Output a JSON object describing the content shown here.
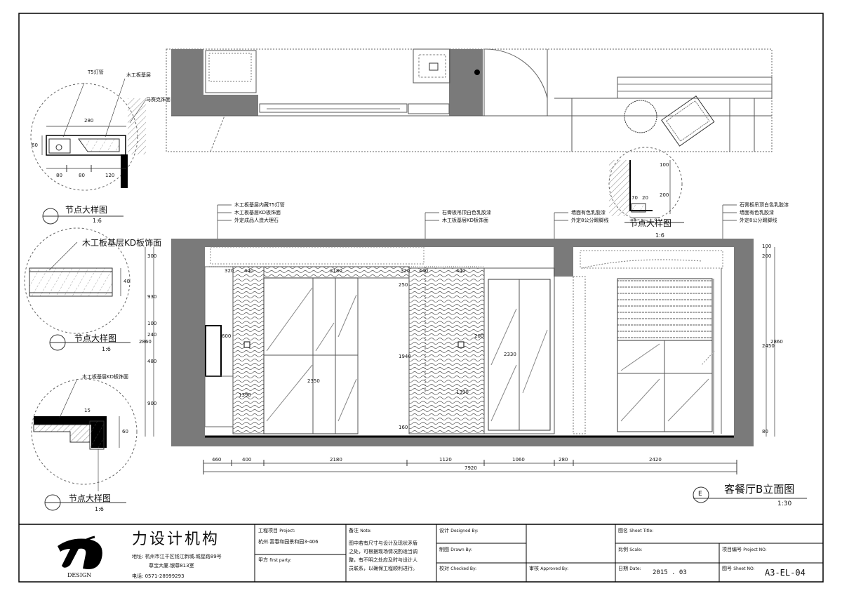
{
  "drawing": {
    "title": "客餐厅B立面图",
    "scale": "1:30",
    "marker": "E"
  },
  "details": [
    {
      "title": "节点大样图",
      "scale": "1:6",
      "labels": [
        "T5灯管",
        "木工板基层",
        "马赛克饰面"
      ],
      "dims": [
        "280",
        "80",
        "80",
        "120",
        "60"
      ]
    },
    {
      "title": "节点大样图",
      "scale": "1:6",
      "labels": [
        "木工板基层KD板饰面"
      ],
      "dims": [
        "40"
      ]
    },
    {
      "title": "节点大样图",
      "scale": "1:6",
      "labels": [
        "木工板基层KD板饰面"
      ],
      "dims": [
        "15",
        "60"
      ]
    },
    {
      "title": "节点大样图",
      "scale": "1:6",
      "labels": [],
      "dims": [
        "100",
        "200",
        "70",
        "20"
      ]
    }
  ],
  "callouts": {
    "left": [
      "木工板基层内藏T5灯管",
      "木工板基层KD板饰面",
      "外定成品人造大理石"
    ],
    "center": [
      "石膏板吊顶白色乳胶漆",
      "木工板基层KD板饰面"
    ],
    "right_center": [
      "墙面有色乳胶漆",
      "外定8公分踢脚线"
    ],
    "right": [
      "石膏板吊顶白色乳胶漆",
      "墙面有色乳胶漆",
      "外定8公分踢脚线"
    ]
  },
  "elevation_dims": {
    "bottom": [
      "460",
      "400",
      "2180",
      "1120",
      "1060",
      "280",
      "2420"
    ],
    "total": "7920",
    "top": [
      "320",
      "440",
      "2180",
      "320",
      "440",
      "440"
    ],
    "left_vertical": [
      "300",
      "930",
      "240",
      "100",
      "480",
      "900"
    ],
    "left_total": "2860",
    "inner": [
      "600",
      "1390",
      "2350",
      "250",
      "1940",
      "200",
      "1390",
      "2330",
      "160"
    ],
    "right_vertical": [
      "200",
      "100",
      "2450",
      "80"
    ],
    "right_total": "2860"
  },
  "title_block": {
    "company": "力设计机构",
    "logo_text": "DESIGN",
    "address_1": "地址: 杭州市江干区钱江新城.城星路89号",
    "address_2": "尊宝大厦.银尊813室",
    "phone": "电话: 0571-28999293",
    "project_label": "工程项目",
    "project_label_en": "Project:",
    "project_value": "杭州.富春和园景和园3-406",
    "client_label": "甲方",
    "client_label_en": "first party:",
    "notes_label": "备注",
    "notes_label_en": "Note:",
    "notes_text_1": "图中若有尺寸与设计及现状矛盾",
    "notes_text_2": "之处，可根据现场情况酌适当调",
    "notes_text_3": "整，有不明之处应及时与设计人",
    "notes_text_4": "员联系，以确保工程顺利进行。",
    "designed_label": "设计",
    "designed_label_en": "Designed By:",
    "drawn_label": "制图",
    "drawn_label_en": "Drawn By:",
    "checked_label": "校对",
    "checked_label_en": "Checked By:",
    "approved_label": "审核",
    "approved_label_en": "Approved By:",
    "sheet_title_label": "图名",
    "sheet_title_label_en": "Sheet Title:",
    "scale_label": "比例",
    "scale_label_en": "Scale:",
    "project_no_label": "项目编号",
    "project_no_label_en": "Project NO:",
    "date_label": "日期",
    "date_label_en": "Date:",
    "date_value": "2015 . 03",
    "sheet_no_label": "图号",
    "sheet_no_label_en": "Sheet NO:",
    "sheet_no_value": "A3-EL-04"
  }
}
